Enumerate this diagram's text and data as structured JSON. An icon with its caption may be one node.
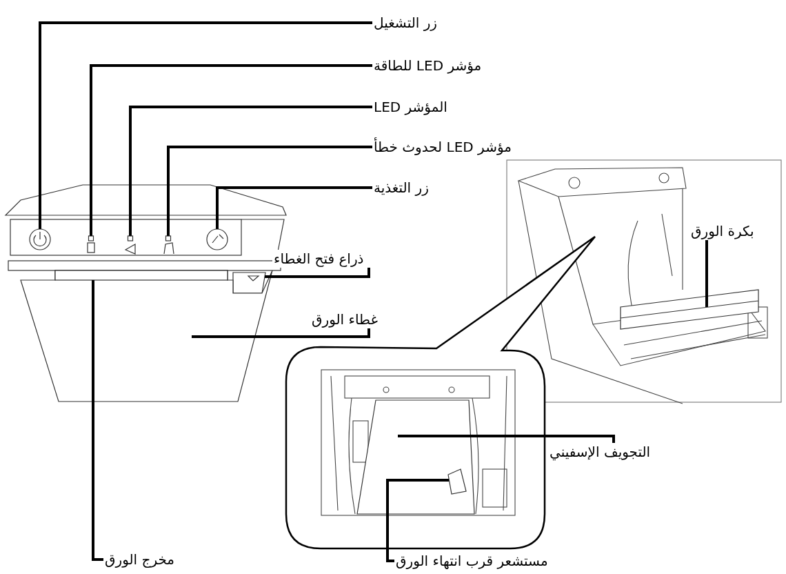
{
  "diagram": {
    "nodes": [
      {
        "text": [
          "زر التشغيل"
        ]
      },
      {
        "text": [
          "مؤشر LED للطاقة"
        ]
      },
      {
        "text": [
          "المؤشر LED"
        ]
      },
      {
        "text": [
          "مؤشر LED لحدوث خطأ"
        ]
      },
      {
        "text": [
          "زر التغذية"
        ]
      },
      {
        "text": [
          "ذراع فتح الغطاء"
        ]
      },
      {
        "text": [
          "غطاء الورق"
        ]
      },
      {
        "text": [
          "بكرة الورق"
        ]
      },
      {
        "text": [
          "التجويف الإسفيني"
        ]
      },
      {
        "text": [
          "مستشعر قرب انتهاء الورق"
        ]
      },
      {
        "text": [
          "مخرج الورق"
        ]
      },
      {
        "text": [],
        "shape": "circle"
      },
      {
        "text": [],
        "shape": "box"
      },
      {
        "text": [],
        "shape": "box"
      },
      {
        "text": [],
        "shape": "box"
      },
      {
        "text": [],
        "shape": "circle"
      },
      {
        "text": [],
        "shape": "box"
      },
      {
        "text": [],
        "shape": "box"
      },
      {
        "text": [],
        "shape": "cylinder"
      },
      {
        "text": [],
        "shape": "box"
      },
      {
        "text": [],
        "shape": "box",
        "in": 19
      },
      {
        "text": [],
        "shape": "box",
        "in": 17
      }
    ],
    "edges": [
      {
        "from": 0,
        "to": 11,
        "arrow": "none"
      },
      {
        "from": 1,
        "to": 12,
        "arrow": "none"
      },
      {
        "from": 2,
        "to": 13,
        "arrow": "none"
      },
      {
        "from": 3,
        "to": 14,
        "arrow": "none"
      },
      {
        "from": 4,
        "to": 15,
        "arrow": "none"
      },
      {
        "from": 5,
        "to": 16,
        "arrow": "none"
      },
      {
        "from": 6,
        "to": 17,
        "arrow": "none"
      },
      {
        "from": 7,
        "to": 18,
        "arrow": "none"
      },
      {
        "from": 8,
        "to": 19,
        "arrow": "none"
      },
      {
        "from": 9,
        "to": 20,
        "arrow": "none"
      },
      {
        "from": 10,
        "to": 21,
        "arrow": "none"
      }
    ]
  }
}
